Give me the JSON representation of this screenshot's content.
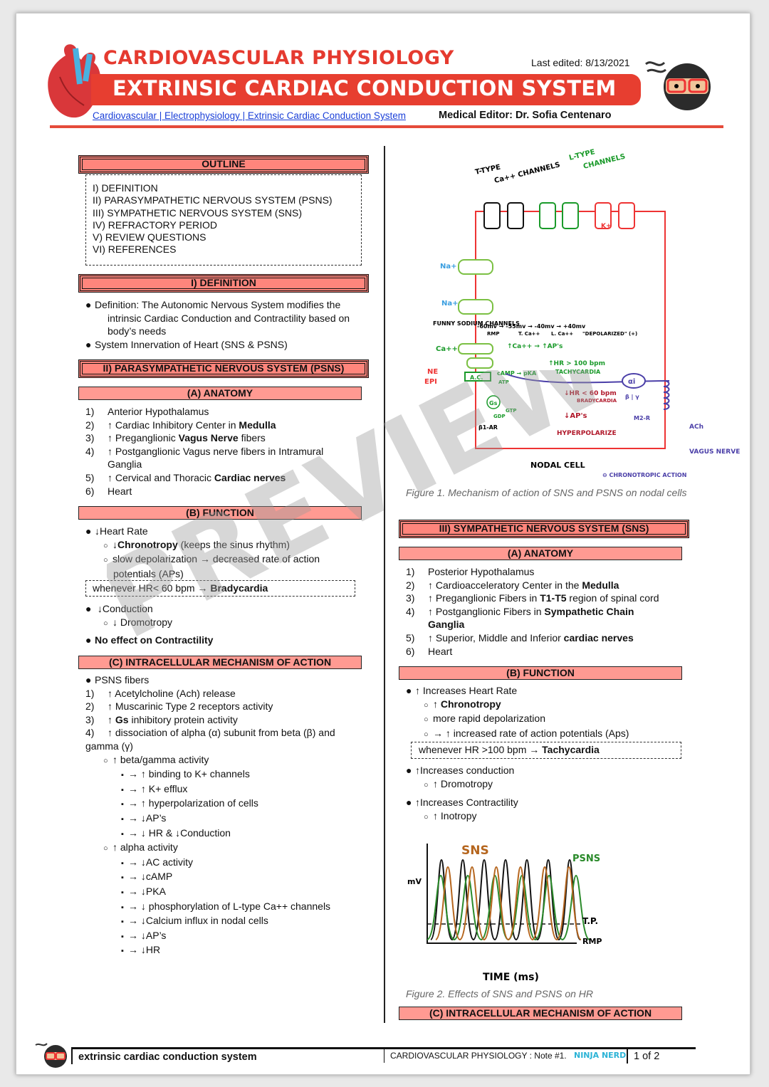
{
  "header": {
    "course": "CARDIOVASCULAR PHYSIOLOGY",
    "title": "EXTRINSIC CARDIAC CONDUCTION SYSTEM",
    "last_edited": "Last edited: 8/13/2021",
    "breadcrumb": "Cardiovascular | Electrophysiology | Extrinsic Cardiac Conduction System",
    "editor": "Medical Editor: Dr. Sofia Centenaro"
  },
  "colors": {
    "brand_red": "#e73e30",
    "header_fill": "#ff857c",
    "link_blue": "#1a3fd8"
  },
  "watermark": "PREVIEW",
  "left": {
    "outline_title": "OUTLINE",
    "outline": [
      "I) DEFINITION",
      "II) PARASYMPATHETIC NERVOUS SYSTEM (PSNS)",
      "III) SYMPATHETIC NERVOUS SYSTEM (SNS)",
      "IV) REFRACTORY PERIOD",
      "V) REVIEW QUESTIONS",
      "VI) REFERENCES"
    ],
    "def_title": "I)  DEFINITION",
    "def": [
      {
        "i": 0,
        "m": "●",
        "p": [
          {
            "t": "Definition: The Autonomic Nervous System modifies the"
          }
        ]
      },
      {
        "i": 1,
        "p": [
          {
            "t": "intrinsic Cardiac Conduction and Contractility based on"
          }
        ]
      },
      {
        "i": 1,
        "p": [
          {
            "t": "body’s needs"
          }
        ]
      },
      {
        "i": 0,
        "m": "●",
        "p": [
          {
            "t": "System Innervation of Heart (SNS & PSNS)"
          }
        ]
      }
    ],
    "psns_title": "II)  PARASYMPATHETIC NERVOUS SYSTEM (PSNS)",
    "anat_title": "(A)  ANATOMY",
    "anat": [
      {
        "i": 0,
        "m": "1)",
        "p": [
          {
            "t": "Anterior Hypothalamus"
          }
        ]
      },
      {
        "i": 0,
        "m": "2)",
        "p": [
          {
            "t": "↑ Cardiac Inhibitory Center in "
          },
          {
            "t": "Medulla",
            "b": 1
          }
        ]
      },
      {
        "i": 0,
        "m": "3)",
        "p": [
          {
            "t": "↑ Preganglionic "
          },
          {
            "t": "Vagus Nerve",
            "b": 1
          },
          {
            "t": " fibers"
          }
        ]
      },
      {
        "i": 0,
        "m": "4)",
        "p": [
          {
            "t": "↑ Postganglionic Vagus nerve fibers in Intramural"
          }
        ]
      },
      {
        "i": 1,
        "p": [
          {
            "t": "Ganglia"
          }
        ]
      },
      {
        "i": 0,
        "m": "5)",
        "p": [
          {
            "t": "↑ Cervical and Thoracic "
          },
          {
            "t": "Cardiac nerves",
            "b": 1
          }
        ]
      },
      {
        "i": 0,
        "m": "6)",
        "p": [
          {
            "t": "Heart"
          }
        ]
      }
    ],
    "func_title": "(B)  FUNCTION",
    "func1": [
      {
        "i": 0,
        "m": "●",
        "p": [
          {
            "t": "↓Heart Rate"
          }
        ]
      },
      {
        "i": 2,
        "m": "○",
        "p": [
          {
            "t": "↓"
          },
          {
            "t": "Chronotropy",
            "b": 1
          },
          {
            "t": " (keeps the sinus rhythm)"
          }
        ]
      },
      {
        "i": 2,
        "m": "○",
        "p": [
          {
            "t": "slow depolarization → decreased rate of action"
          }
        ]
      },
      {
        "i": 3,
        "p": [
          {
            "t": "potentials (APs)"
          }
        ]
      }
    ],
    "func_box": [
      {
        "t": "whenever HR< 60 bpm → "
      },
      {
        "t": "Bradycardia",
        "b": 1
      }
    ],
    "func2": [
      {
        "i": 0,
        "m": "●",
        "p": [
          {
            "t": " ↓Conduction"
          }
        ]
      },
      {
        "i": 2,
        "m": "○",
        "p": [
          {
            "t": "↓ Dromotropy"
          }
        ]
      }
    ],
    "func3": [
      {
        "i": 0,
        "m": "●",
        "p": [
          {
            "t": "No effect on Contractility",
            "b": 1
          }
        ]
      }
    ],
    "mech_title": "(C)  INTRACELLULAR MECHANISM OF ACTION",
    "mech": [
      {
        "i": 0,
        "m": "●",
        "p": [
          {
            "t": "PSNS fibers"
          }
        ]
      },
      {
        "i": 0,
        "m": "1)",
        "p": [
          {
            "t": "↑ Acetylcholine (Ach) release"
          }
        ]
      },
      {
        "i": 0,
        "m": "2)",
        "p": [
          {
            "t": "↑ Muscarinic Type 2 receptors activity"
          }
        ]
      },
      {
        "i": 0,
        "m": "3)",
        "p": [
          {
            "t": "↑ "
          },
          {
            "t": "Gs",
            "b": 1
          },
          {
            "t": " inhibitory protein activity"
          }
        ]
      },
      {
        "i": 0,
        "m": "4)",
        "p": [
          {
            "t": "↑ dissociation of alpha (α) subunit from beta (β) and"
          }
        ]
      },
      {
        "i": 0,
        "p": [
          {
            "t": "gamma (γ)"
          }
        ]
      },
      {
        "i": 2,
        "m": "○",
        "p": [
          {
            "t": "↑ beta/gamma activity"
          }
        ]
      },
      {
        "i": 4,
        "m": "▪",
        "p": [
          {
            "t": "→ ↑ binding to K+ channels"
          }
        ]
      },
      {
        "i": 4,
        "m": "▪",
        "p": [
          {
            "t": "→ ↑ K+ efflux"
          }
        ]
      },
      {
        "i": 4,
        "m": "▪",
        "p": [
          {
            "t": "→ ↑ hyperpolarization of cells"
          }
        ]
      },
      {
        "i": 4,
        "m": "▪",
        "p": [
          {
            "t": "→ ↓AP’s"
          }
        ]
      },
      {
        "i": 4,
        "m": "▪",
        "p": [
          {
            "t": "→ ↓ HR & ↓Conduction"
          }
        ]
      },
      {
        "i": 2,
        "m": "○",
        "p": [
          {
            "t": "↑ alpha activity"
          }
        ]
      },
      {
        "i": 4,
        "m": "▪",
        "p": [
          {
            "t": "→ ↓AC activity"
          }
        ]
      },
      {
        "i": 4,
        "m": "▪",
        "p": [
          {
            "t": "→ ↓cAMP"
          }
        ]
      },
      {
        "i": 4,
        "m": "▪",
        "p": [
          {
            "t": "→ ↓PKA"
          }
        ]
      },
      {
        "i": 4,
        "m": "▪",
        "p": [
          {
            "t": "→ ↓ phosphorylation of L-type Ca++ channels"
          }
        ]
      },
      {
        "i": 4,
        "m": "▪",
        "p": [
          {
            "t": "→ ↓Calcium influx in nodal cells"
          }
        ]
      },
      {
        "i": 4,
        "m": "▪",
        "p": [
          {
            "t": "→ ↓AP’s"
          }
        ]
      },
      {
        "i": 4,
        "m": "▪",
        "p": [
          {
            "t": "→ ↓HR"
          }
        ]
      }
    ]
  },
  "right": {
    "fig1": {
      "caption": "Figure 1. Mechanism of action of SNS and PSNS on nodal cells",
      "labels": {
        "ttype": "T-TYPE",
        "ttype2": "Ca++ CHANNELS",
        "ltype": "L-TYPE",
        "ltype2": "CHANNELS",
        "na": "Na+",
        "funny": "FUNNY SODIUM CHANNELS",
        "volt": "-60mv → -55mv → -40mv → +40mv",
        "rmp": "RMP",
        "tca": "T. Ca++",
        "lca": "L. Ca++",
        "depol": "\"DEPOLARIZED\" (+)",
        "ca": "Ca++",
        "ne": "NE",
        "epi": "EPI",
        "ac": "A.C.",
        "camp": "cAMP → pKA",
        "atp": "ATP",
        "gs": "Gs",
        "gdp": "GDP",
        "gtp": "GTP",
        "bar": "β1-AR",
        "tachy_hr": "↑HR > 100 bpm",
        "tachy": "TACHYCARDIA",
        "brady_hr": "↓HR < 60 bpm",
        "brady": "BRADYCARDIA",
        "aps_up": "↑Ca++ → ↑AP's",
        "aps": "↓AP's",
        "hyper": "HYPERPOLARIZE",
        "ai": "αi",
        "bg": "β | γ",
        "m2": "M2-R",
        "ach": "ACh",
        "vagus": "VAGUS NERVE",
        "k": "K+",
        "nodal": "NODAL CELL",
        "chrono": "⊖ CHRONOTROPIC ACTION"
      }
    },
    "sns_title": "III)  SYMPATHETIC NERVOUS SYSTEM (SNS)",
    "anat_title": "(A)  ANATOMY",
    "anat": [
      {
        "i": 0,
        "m": "1)",
        "p": [
          {
            "t": "Posterior Hypothalamus"
          }
        ]
      },
      {
        "i": 0,
        "m": "2)",
        "p": [
          {
            "t": "↑ Cardioacceleratory Center in the "
          },
          {
            "t": "Medulla",
            "b": 1
          }
        ]
      },
      {
        "i": 0,
        "m": "3)",
        "p": [
          {
            "t": "↑ Preganglionic Fibers in "
          },
          {
            "t": "T1-T5",
            "b": 1
          },
          {
            "t": " region of spinal cord"
          }
        ]
      },
      {
        "i": 0,
        "m": "4)",
        "p": [
          {
            "t": "↑ Postganglionic Fibers in "
          },
          {
            "t": "Sympathetic Chain",
            "b": 1
          }
        ]
      },
      {
        "i": 1,
        "p": [
          {
            "t": "Ganglia",
            "b": 1
          }
        ]
      },
      {
        "i": 0,
        "m": "5)",
        "p": [
          {
            "t": "↑ Superior, Middle and Inferior "
          },
          {
            "t": "cardiac nerves",
            "b": 1
          }
        ]
      },
      {
        "i": 0,
        "m": "6)",
        "p": [
          {
            "t": "Heart"
          }
        ]
      }
    ],
    "func_title": "(B)  FUNCTION",
    "func1": [
      {
        "i": 0,
        "m": "●",
        "p": [
          {
            "t": "↑ Increases Heart Rate"
          }
        ]
      },
      {
        "i": 2,
        "m": "○",
        "p": [
          {
            "t": "↑ "
          },
          {
            "t": "Chronotropy",
            "b": 1
          }
        ]
      },
      {
        "i": 2,
        "m": "○",
        "p": [
          {
            "t": "more rapid depolarization"
          }
        ]
      },
      {
        "i": 2,
        "m": "○",
        "p": [
          {
            "t": "→ ↑ increased rate of action potentials (Aps)"
          }
        ]
      }
    ],
    "func_box": [
      {
        "t": "whenever HR >100 bpm → "
      },
      {
        "t": "Tachycardia",
        "b": 1
      }
    ],
    "func2": [
      {
        "i": 0,
        "m": "●",
        "p": [
          {
            "t": "↑Increases conduction"
          }
        ]
      },
      {
        "i": 2,
        "m": "○",
        "p": [
          {
            "t": "↑ Dromotropy"
          }
        ]
      }
    ],
    "func3": [
      {
        "i": 0,
        "m": "●",
        "p": [
          {
            "t": "↑Increases Contractility"
          }
        ]
      },
      {
        "i": 2,
        "m": "○",
        "p": [
          {
            "t": "↑ Inotropy"
          }
        ]
      }
    ],
    "fig2": {
      "caption": "Figure 2. Effects of SNS and PSNS on HR",
      "sns": "SNS",
      "psns": "PSNS",
      "ylabel": "mV",
      "xlabel": "TIME (ms)",
      "tp": "T.P.",
      "rmp": "RMP"
    },
    "mech_title": "(C)  INTRACELLULAR MECHANISM OF ACTION"
  },
  "footer": {
    "topic": "extrinsic cardiac conduction system",
    "note": "CARDIOVASCULAR PHYSIOLOGY : Note #1.",
    "brand": "NINJA NERD",
    "page": "1 of 2"
  }
}
